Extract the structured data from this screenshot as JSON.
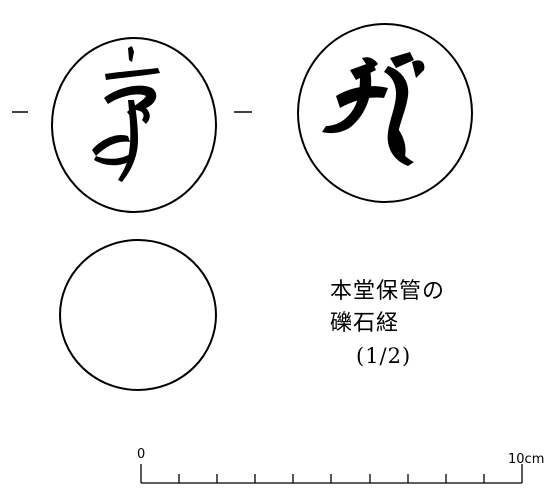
{
  "figure": {
    "caption_line1": "本堂保管の",
    "caption_line2": "礫石経",
    "scale_note": "(1/2)"
  },
  "scale_bar": {
    "start_label": "0",
    "end_label": "10cm"
  },
  "stones": [
    {
      "name": "stone-1",
      "inscription": "siddham-glyph-1"
    },
    {
      "name": "stone-2",
      "inscription": "siddham-glyph-2"
    },
    {
      "name": "stone-3",
      "inscription": "none"
    }
  ],
  "colors": {
    "ink": "#000000",
    "paper": "#ffffff"
  }
}
